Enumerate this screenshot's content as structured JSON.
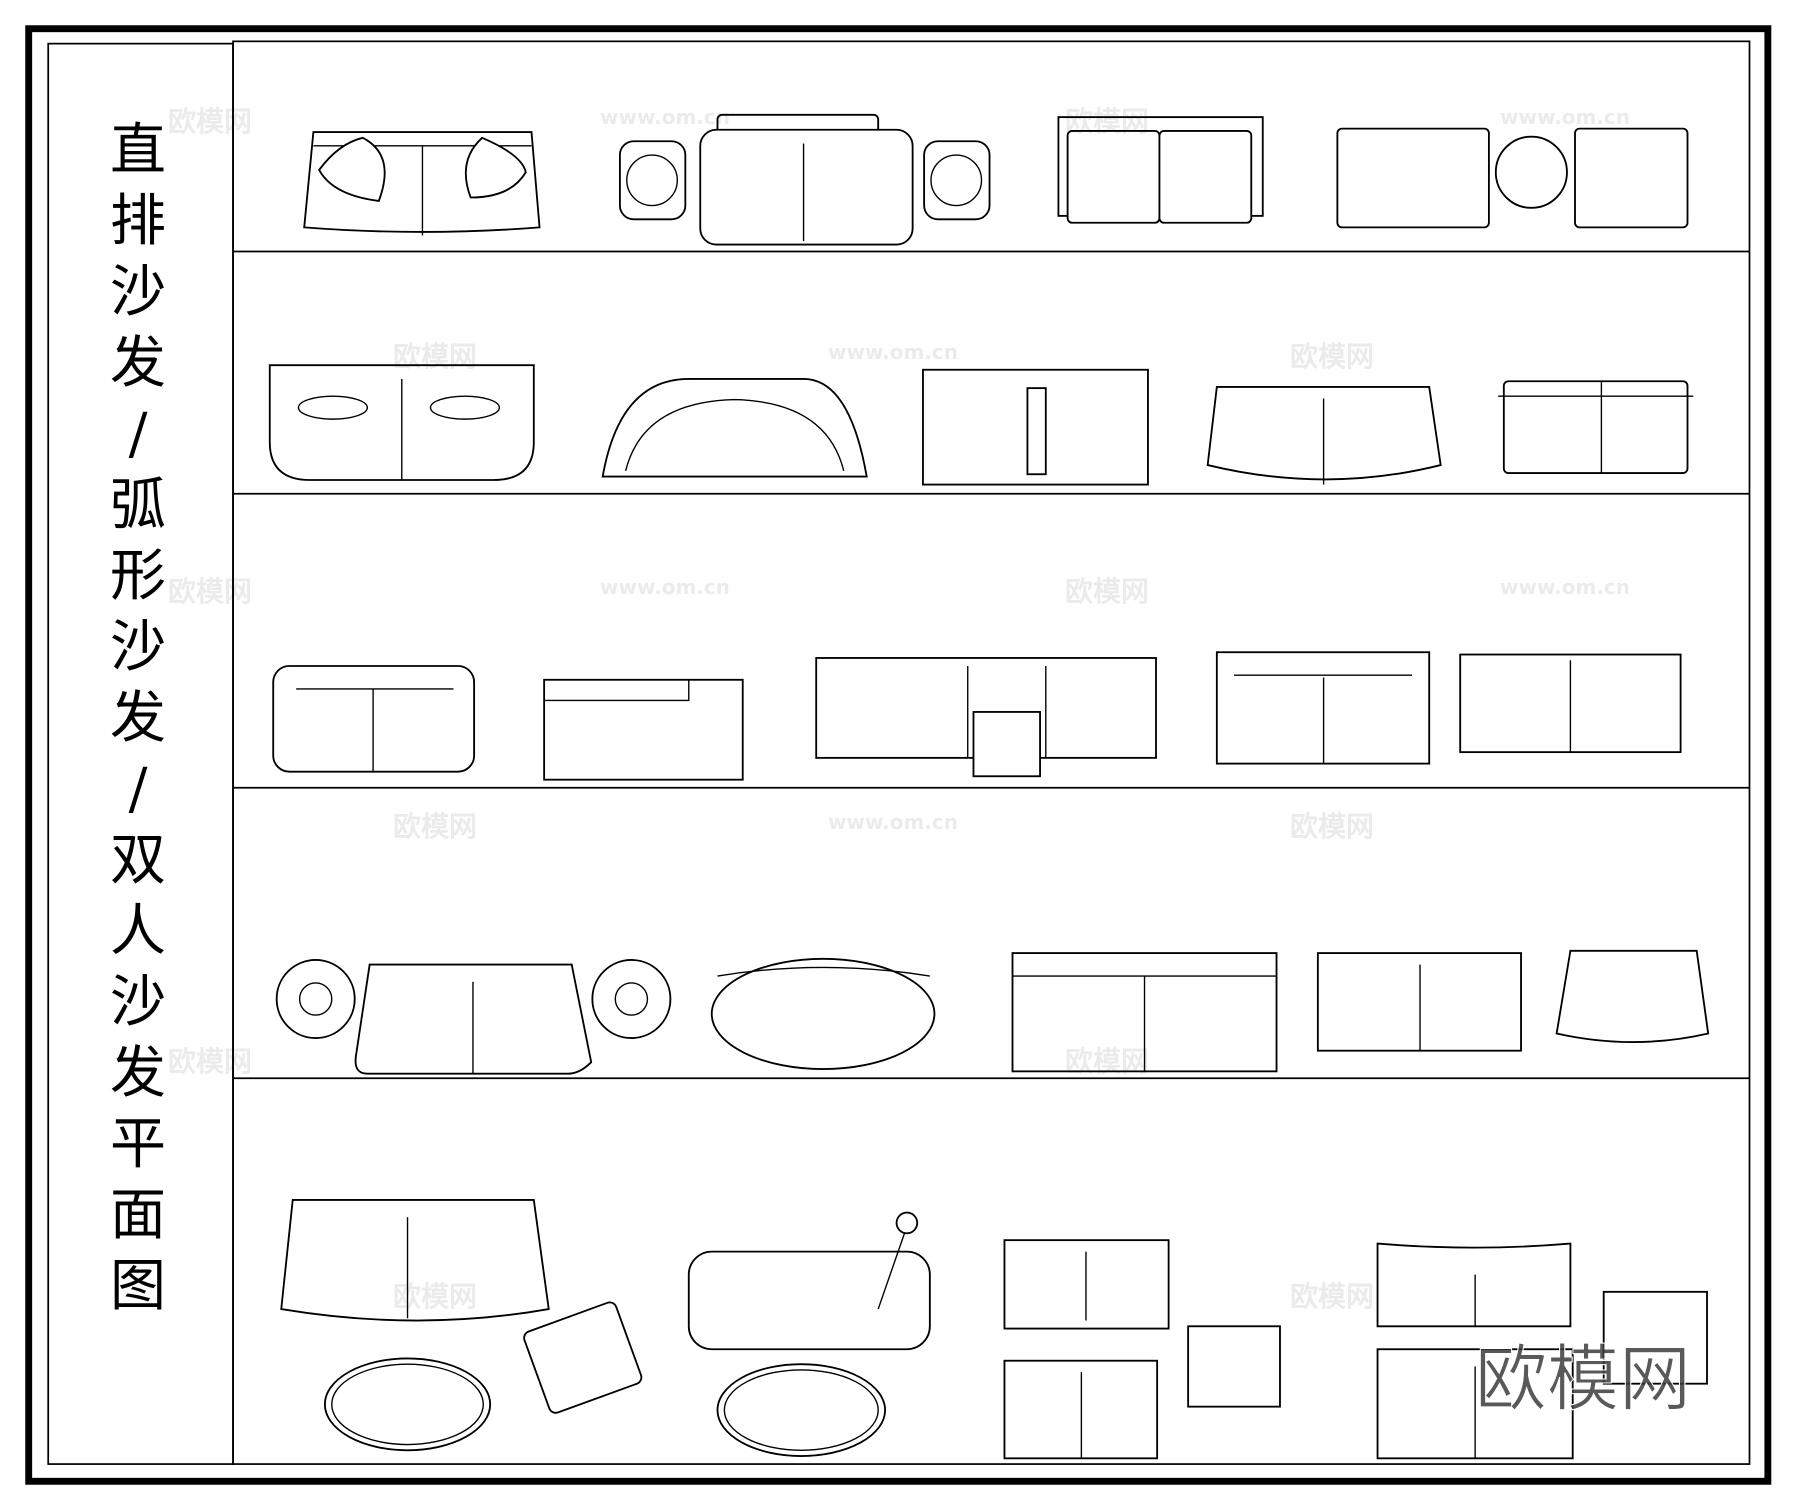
{
  "title_chars": [
    "直",
    "排",
    "沙",
    "发",
    "/",
    "弧",
    "形",
    "沙",
    "发",
    "/",
    "双",
    "人",
    "沙",
    "发",
    "平",
    "面",
    "图"
  ],
  "watermark": {
    "brand": "欧模网",
    "url": "www.om.cn"
  },
  "sections": 5
}
